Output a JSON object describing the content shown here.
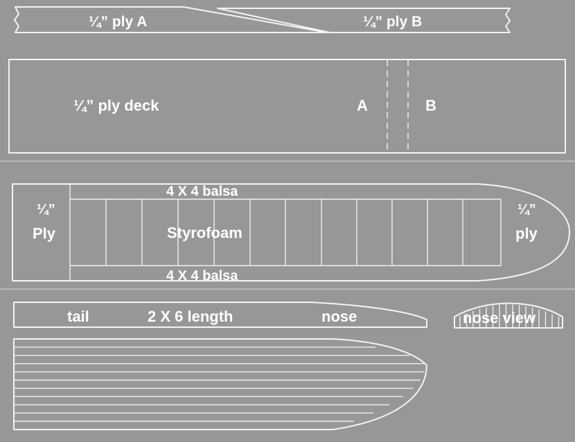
{
  "colors": {
    "background": "#979797",
    "line": "#f4f4f4",
    "separator": "#cfcfcf"
  },
  "strip": {
    "label_a": "¼” ply A",
    "label_b": "¼” ply B"
  },
  "deck": {
    "label": "¼” ply deck",
    "mark_a": "A",
    "mark_b": "B"
  },
  "frame": {
    "top_balsa": "4 X 4 balsa",
    "bottom_balsa": "4 X 4 balsa",
    "core": "Styrofoam",
    "tail_ply_1": "¼”",
    "tail_ply_2": "Ply",
    "nose_ply_1": "¼”",
    "nose_ply_2": "ply"
  },
  "profile": {
    "tail": "tail",
    "length": "2 X 6  length",
    "nose": "nose"
  },
  "nose_view": {
    "label": "nose view"
  }
}
